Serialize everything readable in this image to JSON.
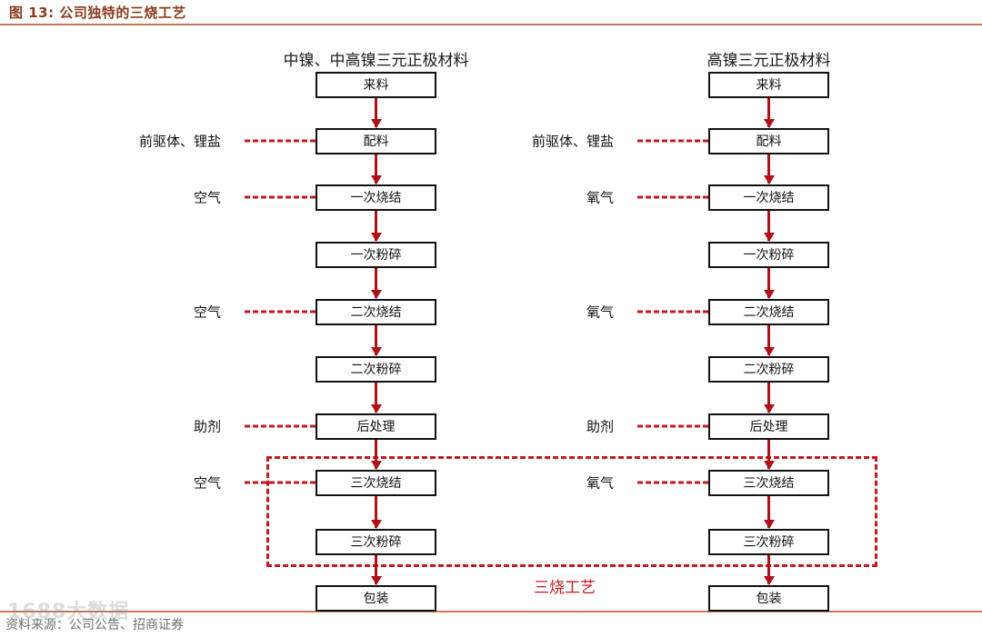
{
  "figure": {
    "title": "图 13: 公司独特的三烧工艺",
    "source": "资料来源：公司公告、招商证券",
    "watermark": "1688大数据"
  },
  "colors": {
    "title_text": "#8a3b1e",
    "rule": "#c4795a",
    "arrow": "#b01116",
    "dashed": "#c21a20",
    "box_border": "#111111"
  },
  "columns": [
    {
      "id": "mid-nickel",
      "header": "中镍、中高镍三元正极材料",
      "steps": [
        {
          "label": "来料",
          "input": null
        },
        {
          "label": "配料",
          "input": "前驱体、锂盐"
        },
        {
          "label": "一次烧结",
          "input": "空气"
        },
        {
          "label": "一次粉碎",
          "input": null
        },
        {
          "label": "二次烧结",
          "input": "空气"
        },
        {
          "label": "二次粉碎",
          "input": null
        },
        {
          "label": "后处理",
          "input": "助剂"
        },
        {
          "label": "三次烧结",
          "input": "空气"
        },
        {
          "label": "三次粉碎",
          "input": null
        },
        {
          "label": "包装",
          "input": null
        }
      ]
    },
    {
      "id": "high-nickel",
      "header": "高镍三元正极材料",
      "steps": [
        {
          "label": "来料",
          "input": null
        },
        {
          "label": "配料",
          "input": "前驱体、锂盐"
        },
        {
          "label": "一次烧结",
          "input": "氧气"
        },
        {
          "label": "一次粉碎",
          "input": null
        },
        {
          "label": "二次烧结",
          "input": "氧气"
        },
        {
          "label": "二次粉碎",
          "input": null
        },
        {
          "label": "后处理",
          "input": "助剂"
        },
        {
          "label": "三次烧结",
          "input": "氧气"
        },
        {
          "label": "三次粉碎",
          "input": null
        },
        {
          "label": "包装",
          "input": null
        }
      ]
    }
  ],
  "annotation": {
    "label": "三烧工艺",
    "covers_steps": [
      "三次烧结",
      "三次粉碎"
    ]
  }
}
